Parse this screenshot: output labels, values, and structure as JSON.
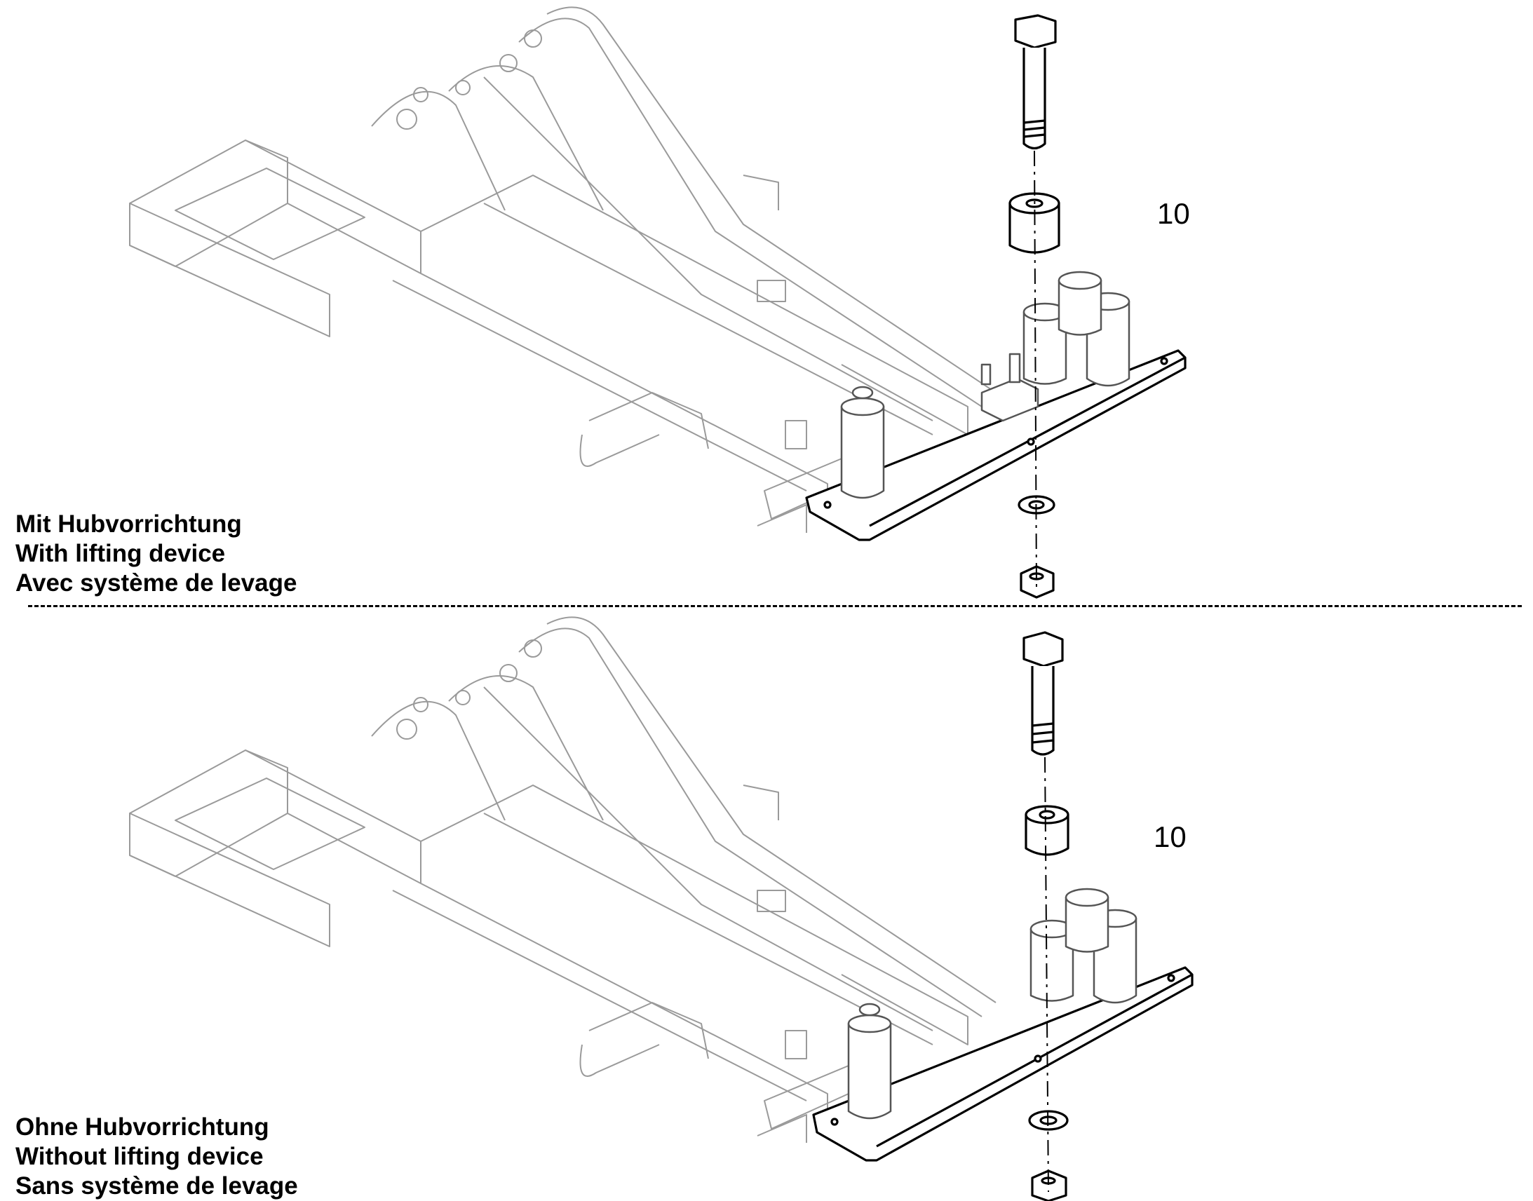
{
  "views": [
    {
      "caption_lines": [
        "Mit Hubvorrichtung",
        "With lifting device",
        "Avec système de levage"
      ],
      "callout": "10"
    },
    {
      "caption_lines": [
        "Ohne Hubvorrichtung",
        "Without lifting device",
        "Sans système de levage"
      ],
      "callout": "10"
    }
  ]
}
